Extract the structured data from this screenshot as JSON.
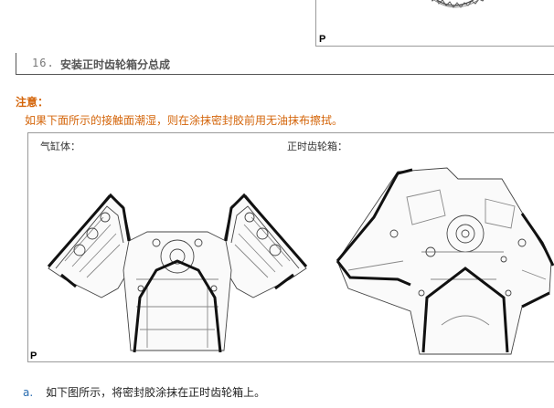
{
  "top_figure": {
    "code": "P"
  },
  "step": {
    "number": "16.",
    "title": "安装正时齿轮箱分总成"
  },
  "note": {
    "label": "注意：",
    "text": "如果下面所示的接触面潮湿，则在涂抹密封胶前用无油抹布擦拭。"
  },
  "figure": {
    "left_label": "气缸体：",
    "right_label": "正时齿轮箱：",
    "code": "P"
  },
  "substep": {
    "letter": "a.",
    "text": "如下图所示，将密封胶涂抹在正时齿轮箱上。"
  },
  "colors": {
    "accent": "#d4650a",
    "link": "#2a6db0"
  }
}
